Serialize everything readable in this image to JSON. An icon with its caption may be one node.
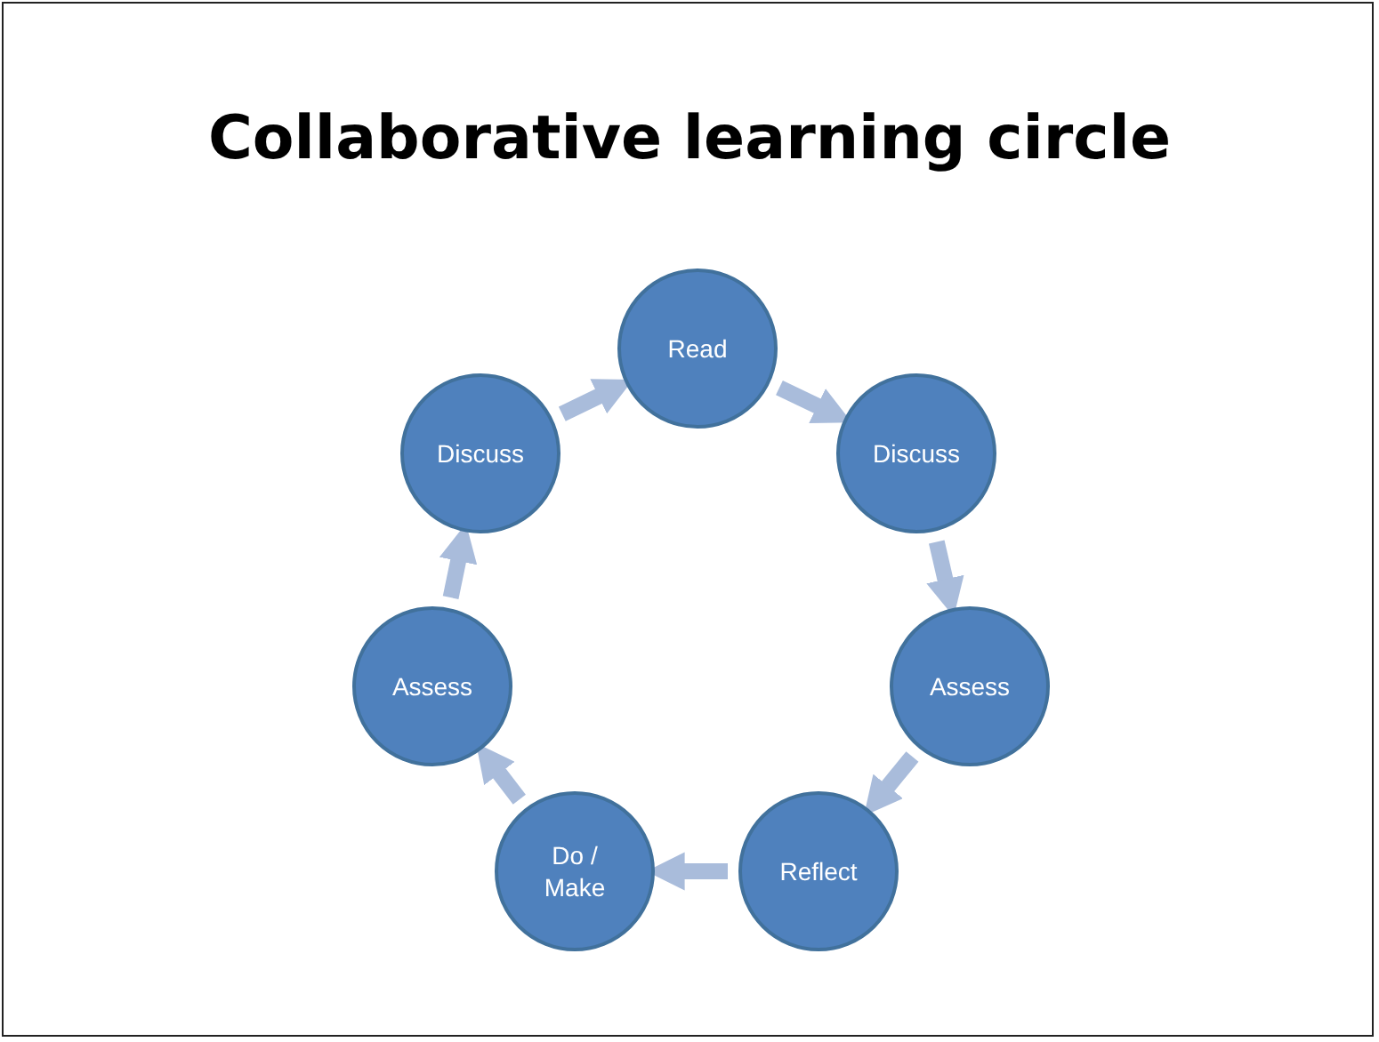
{
  "diagram": {
    "title": "Collaborative learning circle",
    "nodes": [
      {
        "text": [
          "Read"
        ]
      },
      {
        "text": [
          "Discuss"
        ]
      },
      {
        "text": [
          "Discuss"
        ]
      },
      {
        "text": [
          "Assess"
        ]
      },
      {
        "text": [
          "Assess"
        ]
      },
      {
        "text": [
          "Do / Make"
        ]
      },
      {
        "text": [
          "Reflect"
        ]
      }
    ],
    "edges": [
      {
        "from": 0,
        "to": 2,
        "arrow": "to"
      },
      {
        "from": 2,
        "to": 4,
        "arrow": "to"
      },
      {
        "from": 4,
        "to": 6,
        "arrow": "to"
      },
      {
        "from": 6,
        "to": 5,
        "arrow": "to"
      },
      {
        "from": 5,
        "to": 3,
        "arrow": "to"
      },
      {
        "from": 3,
        "to": 1,
        "arrow": "to"
      },
      {
        "from": 1,
        "to": 0,
        "arrow": "to"
      }
    ]
  }
}
